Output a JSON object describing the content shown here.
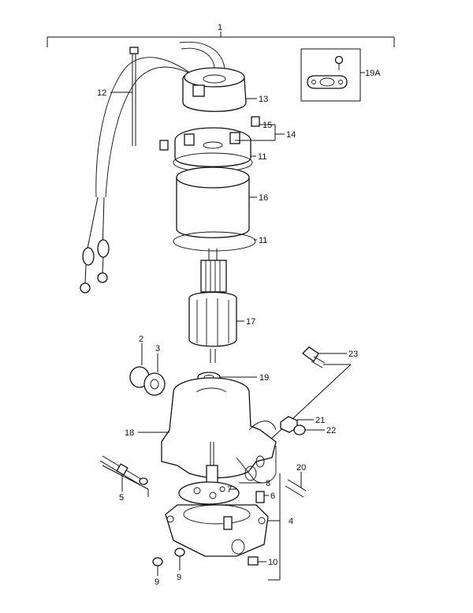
{
  "callouts": {
    "c1": "1",
    "c2": "2",
    "c3": "3",
    "c4": "4",
    "c5": "5",
    "c6": "6",
    "c7": "7",
    "c8": "8",
    "c9a": "9",
    "c9b": "9",
    "c10": "10",
    "c11a": "11",
    "c11b": "11",
    "c12": "12",
    "c13": "13",
    "c14": "14",
    "c15": "15",
    "c16": "16",
    "c17": "17",
    "c18": "18",
    "c19": "19",
    "c19a": "19A",
    "c20": "20",
    "c21": "21",
    "c22": "22",
    "c23": "23"
  }
}
